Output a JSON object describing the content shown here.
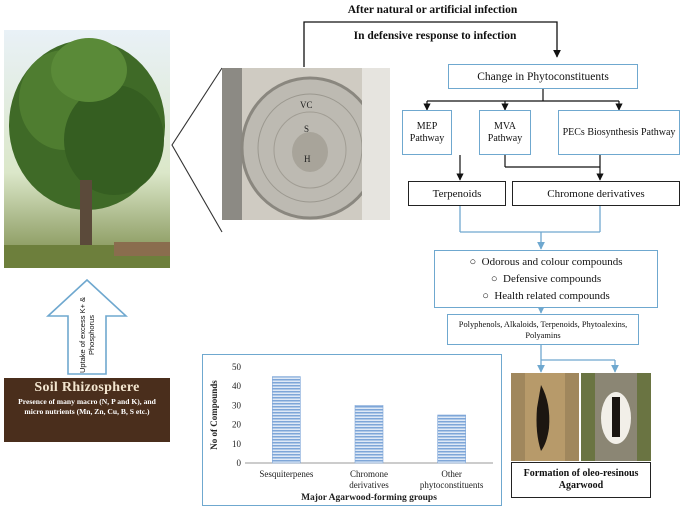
{
  "header": {
    "line1": "After natural or artificial infection",
    "line2": "In defensive response to infection"
  },
  "flow": {
    "change": "Change in Phytoconstituents",
    "mep": "MEP Pathway",
    "mva": "MVA Pathway",
    "pecs": "PECs Biosynthesis Pathway",
    "terpenoids": "Terpenoids",
    "chromone": "Chromone derivatives",
    "compounds": [
      "Odorous and colour compounds",
      "Defensive compounds",
      "Health related compounds"
    ],
    "bullets": [
      "○",
      "○",
      "○"
    ],
    "subclasses": "Polyphenols, Alkaloids, Terpenoids, Phytoalexins, Polyamins",
    "formation": "Formation of oleo-resinous Agarwood"
  },
  "trunk_labels": {
    "vc": "VC",
    "s": "S",
    "h": "H"
  },
  "uptake": "Uptake of excess K+ & Phosphorus",
  "soil": {
    "title": "Soil Rhizosphere",
    "text": "Presence of many macro (N, P and K), and micro nutrients (Mn, Zn, Cu, B, S etc.)"
  },
  "colors": {
    "line_blue": "#6fa8cf",
    "bar_blue": "#7ea6d8",
    "soil_brown": "#4a2e1c"
  },
  "chart_data": {
    "type": "bar",
    "categories": [
      "Sesquiterpenes",
      "Chromone derivatives",
      "Other phytoconstituents"
    ],
    "category_lines": [
      [
        "Sesquiterpenes"
      ],
      [
        "Chromone",
        "derivatives"
      ],
      [
        "Other",
        "phytoconstituents"
      ]
    ],
    "values": [
      45,
      30,
      25
    ],
    "ylabel": "No of Compounds",
    "xlabel": "Major Agarwood-forming groups",
    "ylim": [
      0,
      50
    ],
    "yticks": [
      0,
      10,
      20,
      30,
      40,
      50
    ],
    "grid": false,
    "legend": "none"
  }
}
